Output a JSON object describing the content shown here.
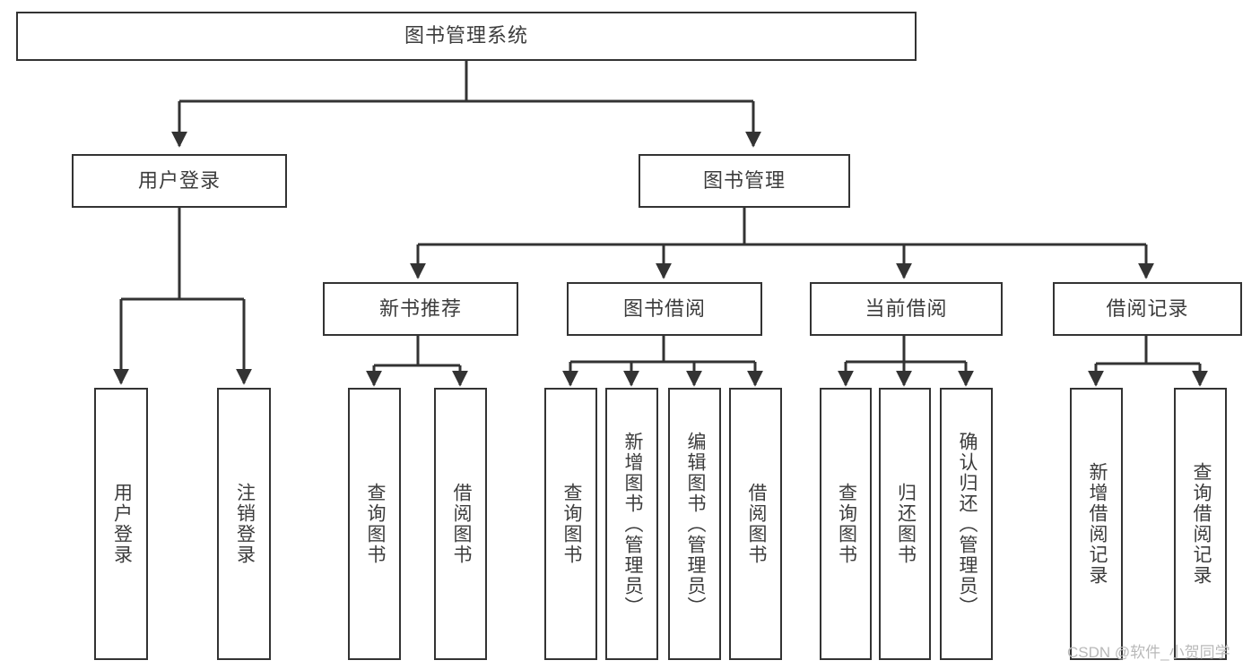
{
  "diagram": {
    "type": "tree-hierarchy-chart",
    "title": "图书管理系统",
    "root": {
      "label": "图书管理系统",
      "orientation": "horizontal"
    },
    "level2": [
      {
        "label": "用户登录",
        "orientation": "horizontal"
      },
      {
        "label": "图书管理",
        "orientation": "horizontal"
      }
    ],
    "level3": [
      {
        "label": "新书推荐",
        "orientation": "horizontal"
      },
      {
        "label": "图书借阅",
        "orientation": "horizontal"
      },
      {
        "label": "当前借阅",
        "orientation": "horizontal"
      },
      {
        "label": "借阅记录",
        "orientation": "horizontal"
      }
    ],
    "leaves_user_login": [
      {
        "label": "用户登录",
        "orientation": "vertical"
      },
      {
        "label": "注销登录",
        "orientation": "vertical"
      }
    ],
    "leaves_new_book": [
      {
        "label": "查询图书",
        "orientation": "vertical"
      },
      {
        "label": "借阅图书",
        "orientation": "vertical"
      }
    ],
    "leaves_borrow": [
      {
        "label": "查询图书",
        "orientation": "vertical"
      },
      {
        "label": "新增图书（管理员）",
        "orientation": "vertical"
      },
      {
        "label": "编辑图书（管理员）",
        "orientation": "vertical"
      },
      {
        "label": "借阅图书",
        "orientation": "vertical"
      }
    ],
    "leaves_current": [
      {
        "label": "查询图书",
        "orientation": "vertical"
      },
      {
        "label": "归还图书",
        "orientation": "vertical"
      },
      {
        "label": "确认归还（管理员）",
        "orientation": "vertical"
      }
    ],
    "leaves_record": [
      {
        "label": "新增借阅记录",
        "orientation": "vertical"
      },
      {
        "label": "查询借阅记录",
        "orientation": "vertical"
      }
    ]
  },
  "watermark": {
    "text": "CSDN @软件_小贺同学"
  },
  "colors": {
    "stroke": "#333333",
    "text": "#3c3c3c",
    "background": "#ffffff",
    "watermark": "#b9b9b9"
  }
}
